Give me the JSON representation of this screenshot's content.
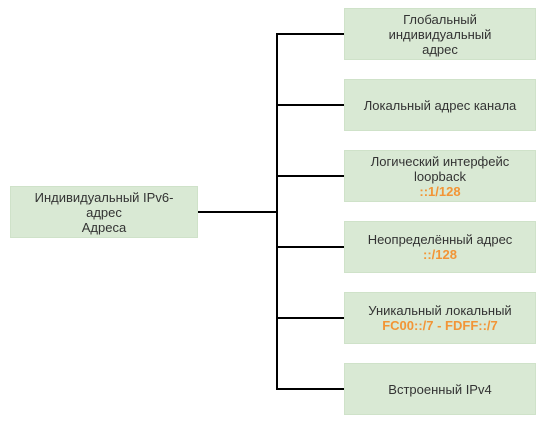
{
  "root": {
    "line1": "Индивидуальный IPv6-адрес",
    "line2": "Адреса"
  },
  "children": [
    {
      "line1": "Глобальный индивидуальный",
      "line2": "адрес",
      "code": ""
    },
    {
      "line1": "Локальный адрес канала",
      "line2": "",
      "code": ""
    },
    {
      "line1": "Логический интерфейс",
      "line2": "loopback",
      "code": "::1/128"
    },
    {
      "line1": "Неопределённый адрес",
      "line2": "",
      "code": "::/128"
    },
    {
      "line1": "Уникальный локальный",
      "line2": "",
      "code": "FC00::/7 - FDFF::/7"
    },
    {
      "line1": "Встроенный IPv4",
      "line2": "",
      "code": ""
    }
  ],
  "colors": {
    "box_fill": "#d9e9d4",
    "text": "#333333",
    "highlight": "#f29536",
    "connector": "#000000"
  }
}
